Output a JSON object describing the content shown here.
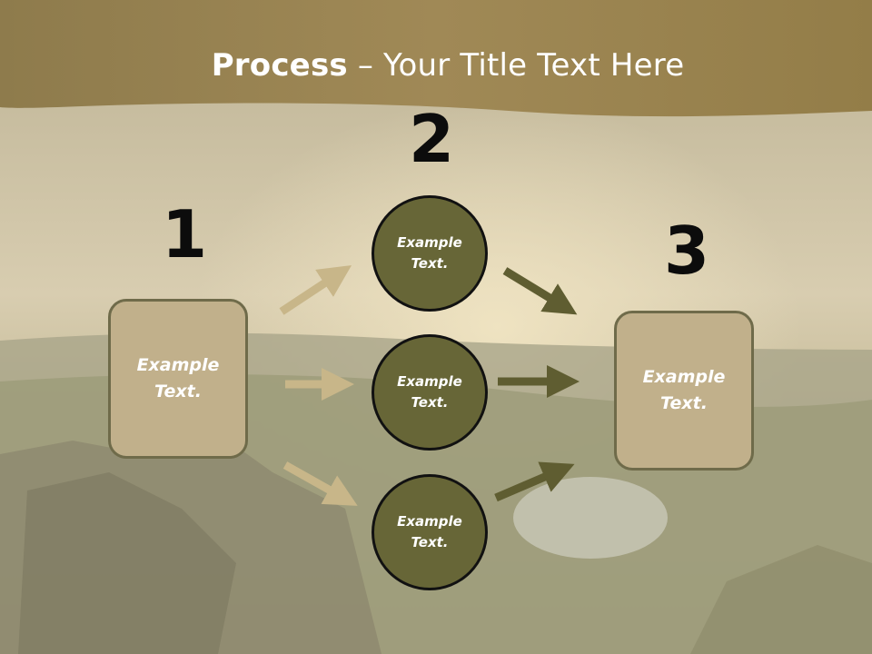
{
  "slide": {
    "title_bold": "Process",
    "title_rest": " – Your Title Text Here",
    "steps": {
      "one": "1",
      "two": "2",
      "three": "3"
    },
    "left_box_text": "Example\nText.",
    "right_box_text": "Example\nText.",
    "circles": [
      "Example\nText.",
      "Example\nText.",
      "Example\nText."
    ]
  },
  "colors": {
    "header_band": "#937d48",
    "box_fill": "#c1b08b",
    "circle_fill": "#676637",
    "light_arrow": "#c8b689",
    "dark_arrow": "#5f5d31"
  }
}
